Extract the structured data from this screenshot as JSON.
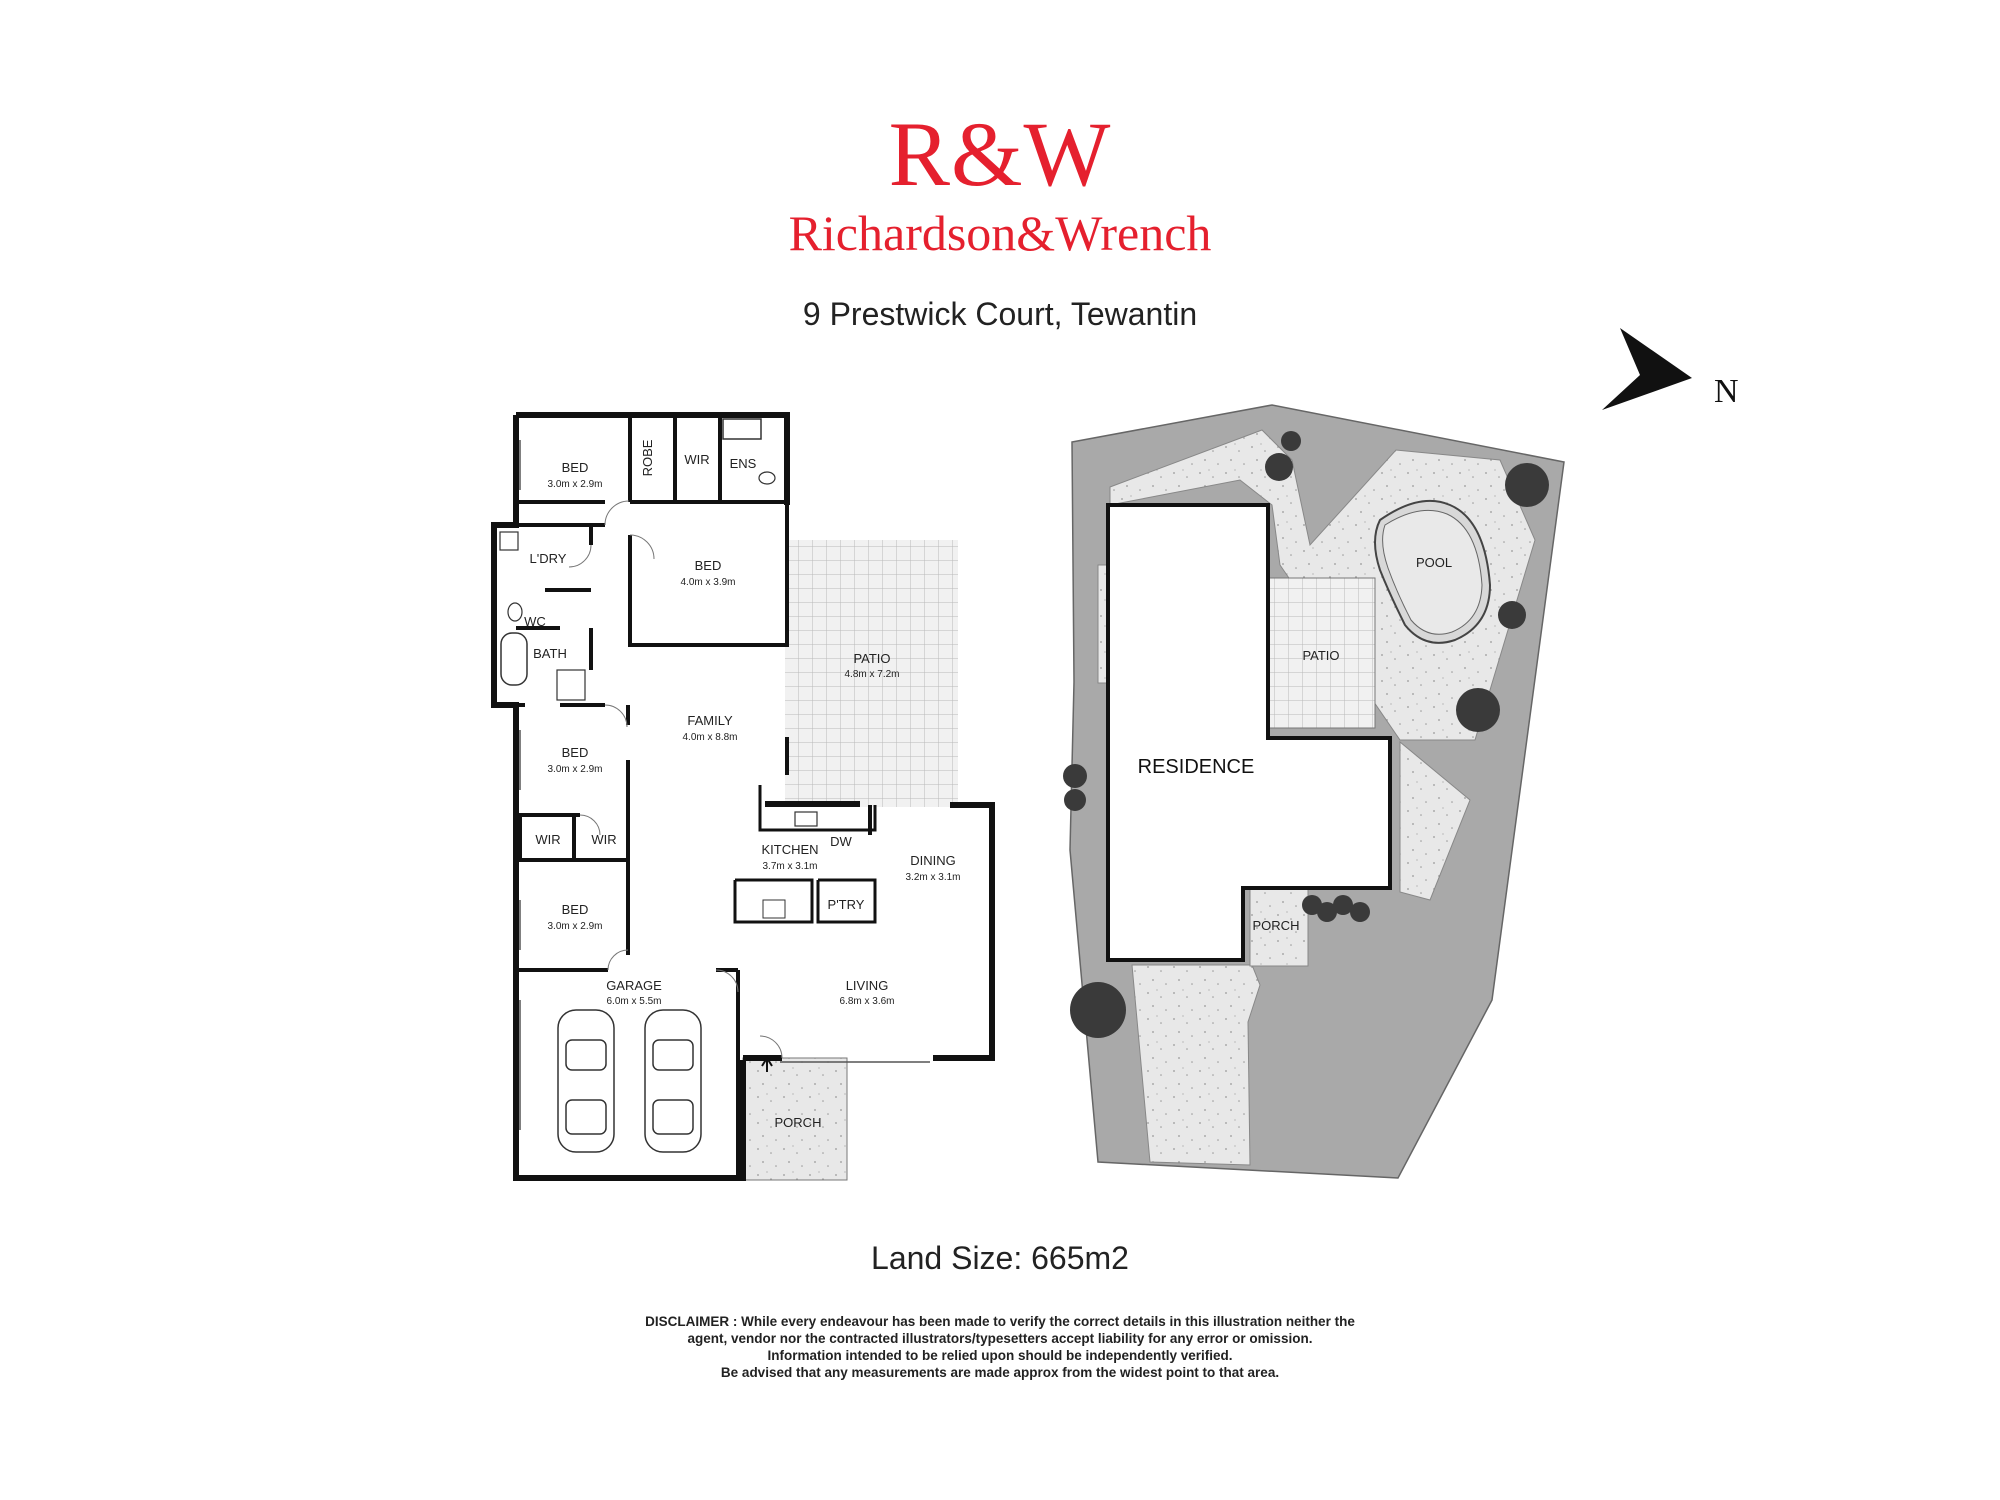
{
  "brand": {
    "mark": "R&W",
    "name": "Richardson&Wrench",
    "color": "#e5202e"
  },
  "address": "9 Prestwick Court, Tewantin",
  "compass": {
    "label": "N"
  },
  "floor_plan": {
    "rooms": [
      {
        "label": "BED",
        "dims": "3.0m x 2.9m"
      },
      {
        "label": "ROBE"
      },
      {
        "label": "WIR"
      },
      {
        "label": "ENS"
      },
      {
        "label": "L'DRY"
      },
      {
        "label": "BED",
        "dims": "4.0m x 3.9m"
      },
      {
        "label": "WC"
      },
      {
        "label": "BATH"
      },
      {
        "label": "PATIO",
        "dims": "4.8m x 7.2m"
      },
      {
        "label": "FAMILY",
        "dims": "4.0m x 8.8m"
      },
      {
        "label": "BED",
        "dims": "3.0m x 2.9m"
      },
      {
        "label": "WIR"
      },
      {
        "label": "WIR"
      },
      {
        "label": "KITCHEN",
        "dims": "3.7m x 3.1m"
      },
      {
        "label": "DW"
      },
      {
        "label": "DINING",
        "dims": "3.2m x 3.1m"
      },
      {
        "label": "P'TRY"
      },
      {
        "label": "BED",
        "dims": "3.0m x 2.9m"
      },
      {
        "label": "GARAGE",
        "dims": "6.0m x 5.5m"
      },
      {
        "label": "LIVING",
        "dims": "6.8m x 3.6m"
      },
      {
        "label": "PORCH"
      }
    ]
  },
  "site_plan": {
    "labels": {
      "pool": "POOL",
      "patio": "PATIO",
      "residence": "RESIDENCE",
      "porch": "PORCH"
    }
  },
  "land_size": {
    "label": "Land Size:",
    "value": "665m2"
  },
  "disclaimer": [
    "DISCLAIMER : While every endeavour has been made to verify the correct details in this illustration neither the",
    "agent, vendor nor the contracted illustrators/typesetters accept liability for any error or omission.",
    "Information intended to be relied upon should be independently verified.",
    "Be advised that any measurements are made approx from the widest point to that area."
  ],
  "colors": {
    "wall": "#111111",
    "lawn": "#a9a9a9",
    "paving": "#e3e3e3",
    "tree": "#3a3a3a"
  }
}
